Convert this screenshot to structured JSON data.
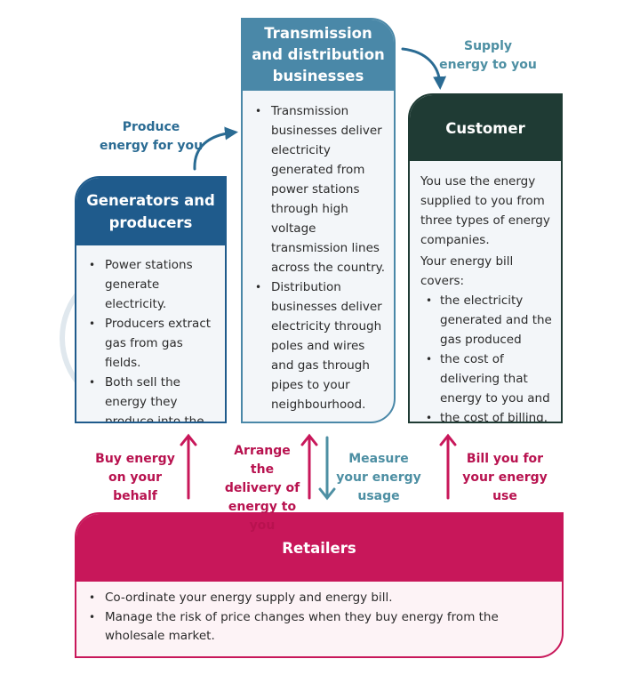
{
  "generators": {
    "title": "Generators and producers",
    "items": [
      "Power stations generate electricity.",
      "Producers extract gas from gas fields.",
      "Both sell the energy they produce into the wholesale market."
    ]
  },
  "transmission": {
    "title": "Transmission and distribution businesses",
    "items": [
      "Transmission businesses deliver electricity generated from power stations through high voltage transmission lines across the country.",
      "Distribution businesses deliver electricity through poles and wires and gas through pipes to your neighbourhood."
    ]
  },
  "customer": {
    "title": "Customer",
    "intro": "You use the energy supplied to you from three types of energy companies.",
    "bill_intro": "Your energy bill covers:",
    "items": [
      "the electricity generated and the gas produced",
      "the cost of delivering that energy to you and",
      "the cost of billing."
    ]
  },
  "retailers": {
    "title": "Retailers",
    "items": [
      "Co-ordinate your energy supply and energy bill.",
      "Manage the risk of price changes when they buy energy from the wholesale market."
    ]
  },
  "arrows": {
    "produce_energy": "Produce energy for you",
    "supply_energy": "Supply energy to you",
    "buy_energy": "Buy energy on your behalf",
    "arrange_delivery": "Arrange the delivery of energy to you",
    "measure_usage": "Measure your energy usage",
    "bill_you": "Bill you for your energy use"
  },
  "colors": {
    "generators": "#1f5b8c",
    "transmission": "#4a88a8",
    "customer": "#1f3b34",
    "retailers": "#c8175a"
  }
}
